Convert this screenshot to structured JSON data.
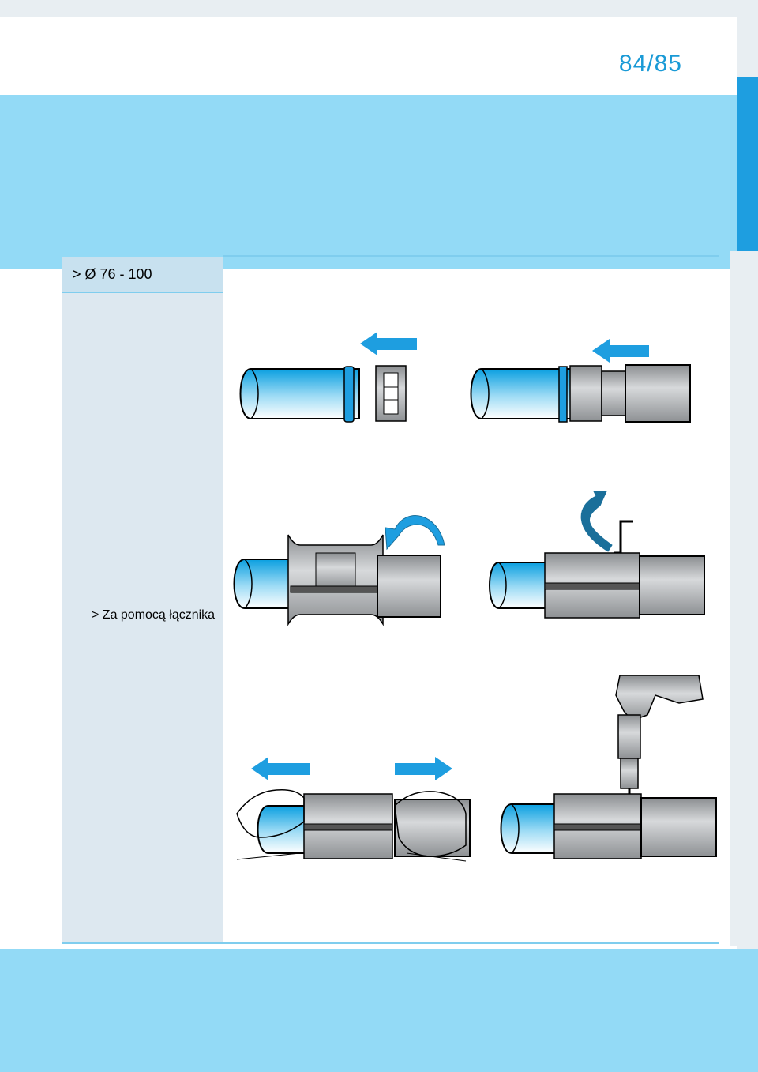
{
  "page": {
    "number": "84/85"
  },
  "sidebar": {
    "title": "> Ø 76 - 100",
    "subtitle": "> Za pomocą łącznika"
  },
  "illustrations": [
    "pipe-ring-insert-step",
    "pipe-nut-push-step",
    "rotate-fitting-step",
    "allen-key-rotate-step",
    "pull-apart-hands-step",
    "drill-step"
  ],
  "colors": {
    "accent": "#1a9ad6",
    "band": "#93daf6",
    "tab": "#1e9ee0",
    "sidebar": "#dde8f0",
    "arrow": "#1e9ee0",
    "arrow_dark": "#1a6f9a"
  }
}
